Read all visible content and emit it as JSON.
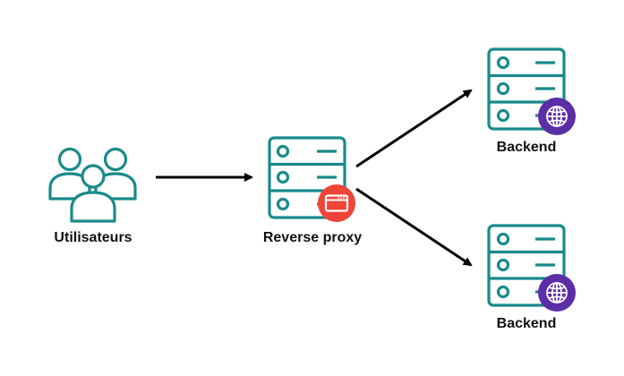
{
  "nodes": {
    "users": {
      "label": "Utilisateurs",
      "icon": "users-group-icon"
    },
    "proxy": {
      "label": "Reverse proxy",
      "icon": "server-icon",
      "badge_icon": "browser-window-icon"
    },
    "backend_top": {
      "label": "Backend",
      "icon": "server-icon",
      "badge_icon": "globe-icon"
    },
    "backend_bottom": {
      "label": "Backend",
      "icon": "server-icon",
      "badge_icon": "globe-icon"
    }
  },
  "colors": {
    "server_stroke": "#1a8a8a",
    "users_stroke": "#1a8a8a",
    "proxy_badge": "#f04438",
    "backend_badge": "#5b2ea6",
    "arrow": "#000000",
    "text": "#111111"
  }
}
